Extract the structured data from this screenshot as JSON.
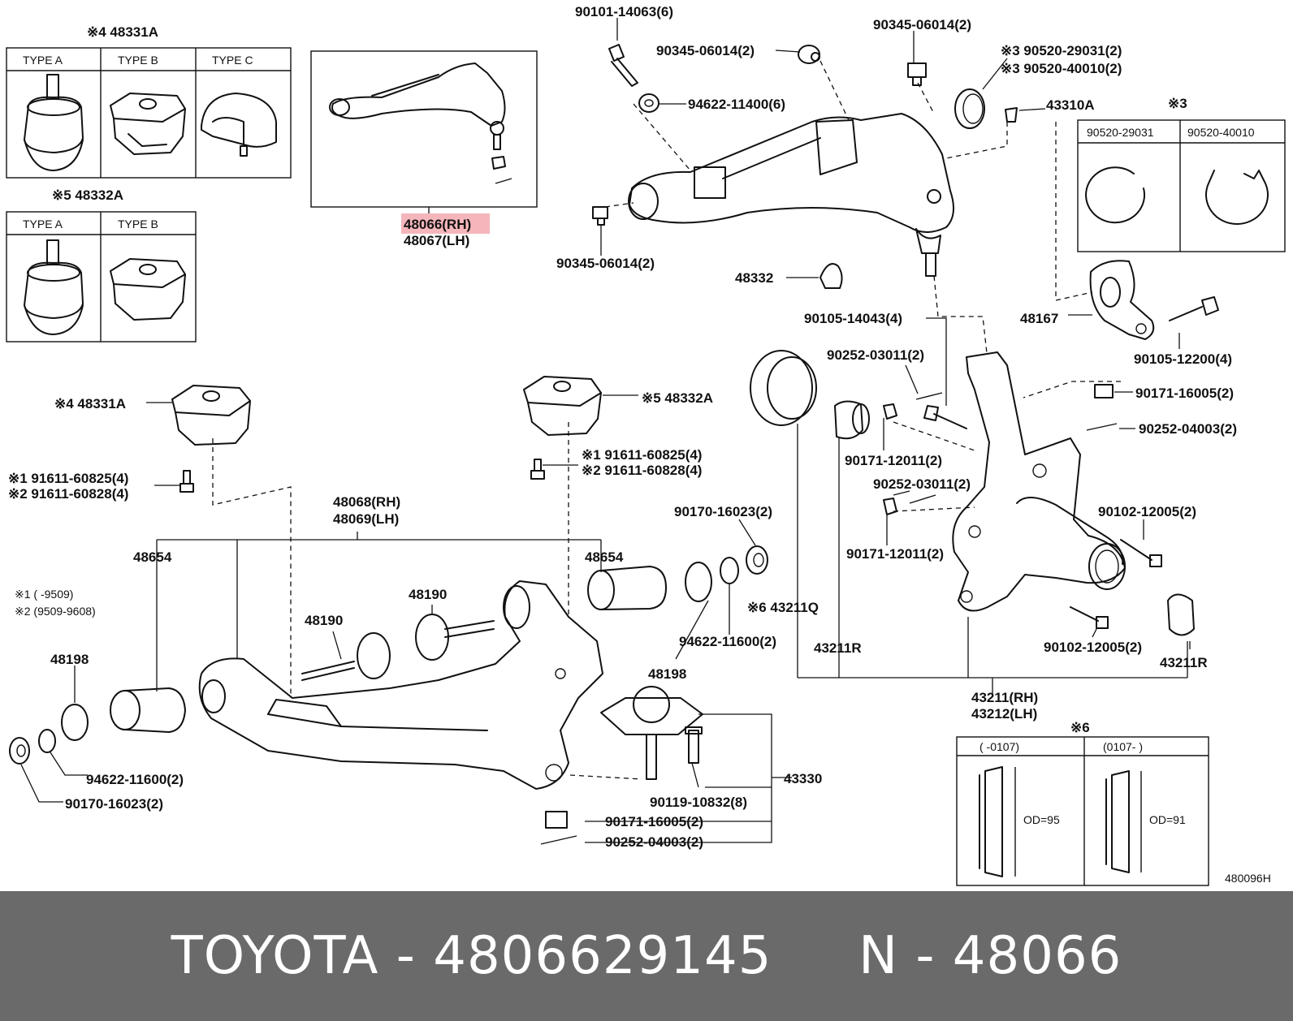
{
  "footer": {
    "brand": "TOYOTA",
    "sep1": "-",
    "part_number": "4806629145",
    "n_label": "N",
    "sep2": "-",
    "ref_number": "48066"
  },
  "diagram_id": "480096H",
  "highlight_label": "48066(RH)",
  "type_table_1": {
    "title": "※4 48331A",
    "types": [
      "TYPE A",
      "TYPE B",
      "TYPE C"
    ]
  },
  "type_table_2": {
    "title": "※5 48332A",
    "types": [
      "TYPE A",
      "TYPE B"
    ]
  },
  "retainer_table": {
    "title": "※3",
    "cols": [
      "90520-29031",
      "90520-40010"
    ]
  },
  "seal_table": {
    "title": "※6",
    "cols": [
      "(      -0107)",
      "(0107-      )"
    ],
    "od": [
      "OD=95",
      "OD=91"
    ]
  },
  "notes": [
    "※1  (       -9509)",
    "※2  (9509-9608)"
  ],
  "labels": {
    "l_48067": "48067(LH)",
    "l_90101": "90101-14063(6)",
    "l_90345a": "90345-06014(2)",
    "l_90345b": "90345-06014(2)",
    "l_90345c": "90345-06014(2)",
    "l_94622a": "94622-11400(6)",
    "l_90520a": "※3 90520-29031(2)",
    "l_90520b": "※3 90520-40010(2)",
    "l_43310": "43310A",
    "l_48332": "48332",
    "l_90105a": "90105-14043(4)",
    "l_48167": "48167",
    "l_90105b": "90105-12200(4)",
    "l_90252a": "90252-03011(2)",
    "l_90171a": "90171-16005(2)",
    "l_90252b": "90252-04003(2)",
    "l_90171b": "90171-12011(2)",
    "l_90252c": "90252-03011(2)",
    "l_90171c": "90171-12011(2)",
    "l_90102a": "90102-12005(2)",
    "l_90102b": "90102-12005(2)",
    "l_4331a": "※4 48331A",
    "l_4332a": "※5 48332A",
    "l_91611a": "※1 91611-60825(4)",
    "l_91611b": "※2 91611-60828(4)",
    "l_91611c": "※1 91611-60825(4)",
    "l_91611d": "※2 91611-60828(4)",
    "l_48068": "48068(RH)",
    "l_48069": "48069(LH)",
    "l_48654a": "48654",
    "l_48654b": "48654",
    "l_48190a": "48190",
    "l_48190b": "48190",
    "l_48198a": "48198",
    "l_48198b": "48198",
    "l_90170a": "90170-16023(2)",
    "l_90170b": "90170-16023(2)",
    "l_94622b": "94622-11600(2)",
    "l_94622c": "94622-11600(2)",
    "l_43211q": "※6 43211Q",
    "l_43211r1": "43211R",
    "l_43211r2": "43211R",
    "l_43211": "43211(RH)",
    "l_43212": "43212(LH)",
    "l_43330": "43330",
    "l_90119": "90119-10832(8)",
    "l_90171d": "90171-16005(2)",
    "l_90252d": "90252-04003(2)"
  }
}
